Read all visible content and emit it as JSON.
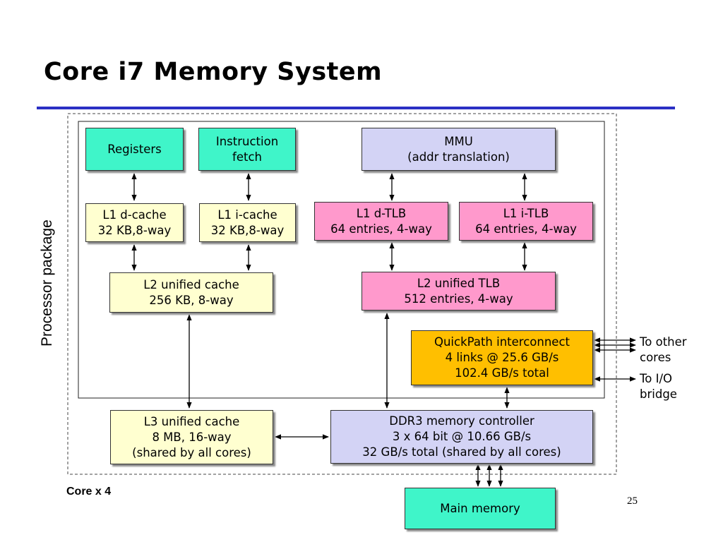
{
  "title": "Core i7 Memory System",
  "package_label": "Processor package",
  "core_label": "Core x 4",
  "page_number": "25",
  "colors": {
    "title_rule": "#2b2fc4",
    "core_units": "#3ff5c9",
    "caches": "#ffffd0",
    "tlbs": "#ff99cc",
    "memory_units": "#d3d3f5",
    "interconnect": "#ffbf00"
  },
  "boxes": {
    "registers": "Registers",
    "instruction_fetch": "Instruction\nfetch",
    "mmu": "MMU\n(addr translation)",
    "l1_dcache": "L1 d-cache\n32 KB,8-way",
    "l1_icache": "L1 i-cache\n32 KB,8-way",
    "l1_dtlb": "L1 d-TLB\n64 entries, 4-way",
    "l1_itlb": "L1 i-TLB\n64 entries, 4-way",
    "l2_cache": "L2 unified cache\n256 KB, 8-way",
    "l2_tlb": "L2 unified TLB\n512 entries, 4-way",
    "quickpath": "QuickPath interconnect\n4 links @ 25.6 GB/s\n102.4 GB/s total",
    "l3_cache": "L3 unified cache\n8 MB, 16-way\n(shared by all cores)",
    "ddr3": "DDR3 memory controller\n3 x 64 bit @ 10.66 GB/s\n32 GB/s total (shared by all cores)",
    "main_memory": "Main memory"
  },
  "external_labels": {
    "to_other_cores": "To other\ncores",
    "to_io_bridge": "To I/O\nbridge"
  }
}
